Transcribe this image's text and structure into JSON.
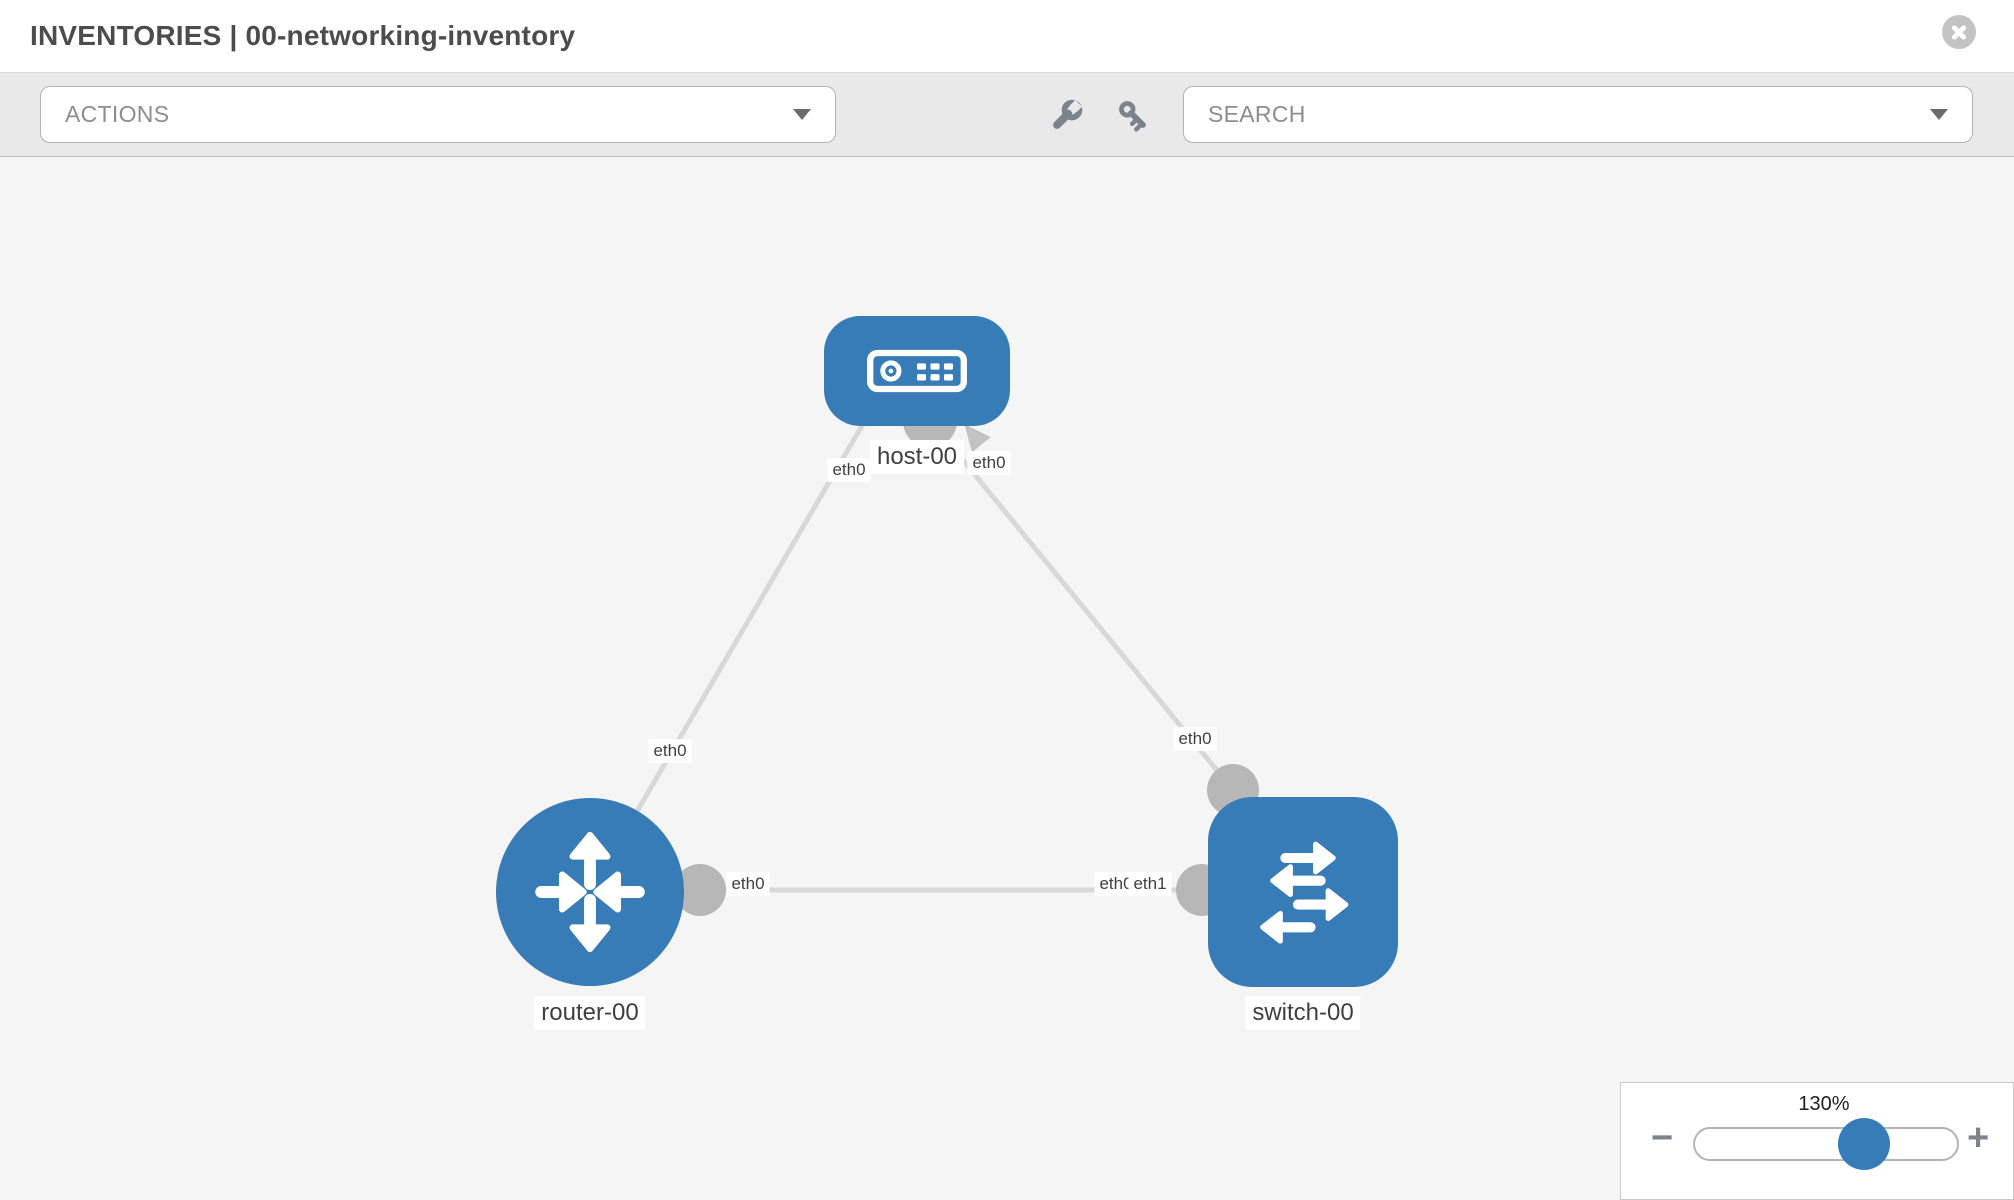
{
  "header": {
    "title": "INVENTORIES | 00-networking-inventory"
  },
  "toolbar": {
    "actions_placeholder": "ACTIONS",
    "search_placeholder": "SEARCH"
  },
  "topology": {
    "nodes": [
      {
        "label": "host-00",
        "type": "host"
      },
      {
        "label": "router-00",
        "type": "router"
      },
      {
        "label": "switch-00",
        "type": "switch"
      }
    ],
    "links": [
      {
        "from": "router-00",
        "to": "host-00",
        "from_iface": "eth0",
        "to_iface": "eth0"
      },
      {
        "from": "host-00",
        "to": "switch-00",
        "from_iface": "eth0",
        "to_iface": "eth0"
      },
      {
        "from": "router-00",
        "to": "switch-00",
        "from_iface": "eth0",
        "to_iface": "eth1"
      }
    ]
  },
  "iface_labels": {
    "host_left": "eth0",
    "host_right": "eth0",
    "router_host_mid": "eth0",
    "switch_top": "eth0",
    "router_right": "eth0",
    "switch_left_back": "eth0",
    "switch_left_front": "eth1"
  },
  "zoom": {
    "level": "130%",
    "minus": "−",
    "plus": "+"
  },
  "colors": {
    "node_fill": "#387cb7",
    "link": "#d8d8d8",
    "iface_circle": "#b7b7b7",
    "accent_blue": "#387cb7",
    "toolbar_bg": "#e9e9e9",
    "canvas_bg": "#f5f5f6"
  }
}
